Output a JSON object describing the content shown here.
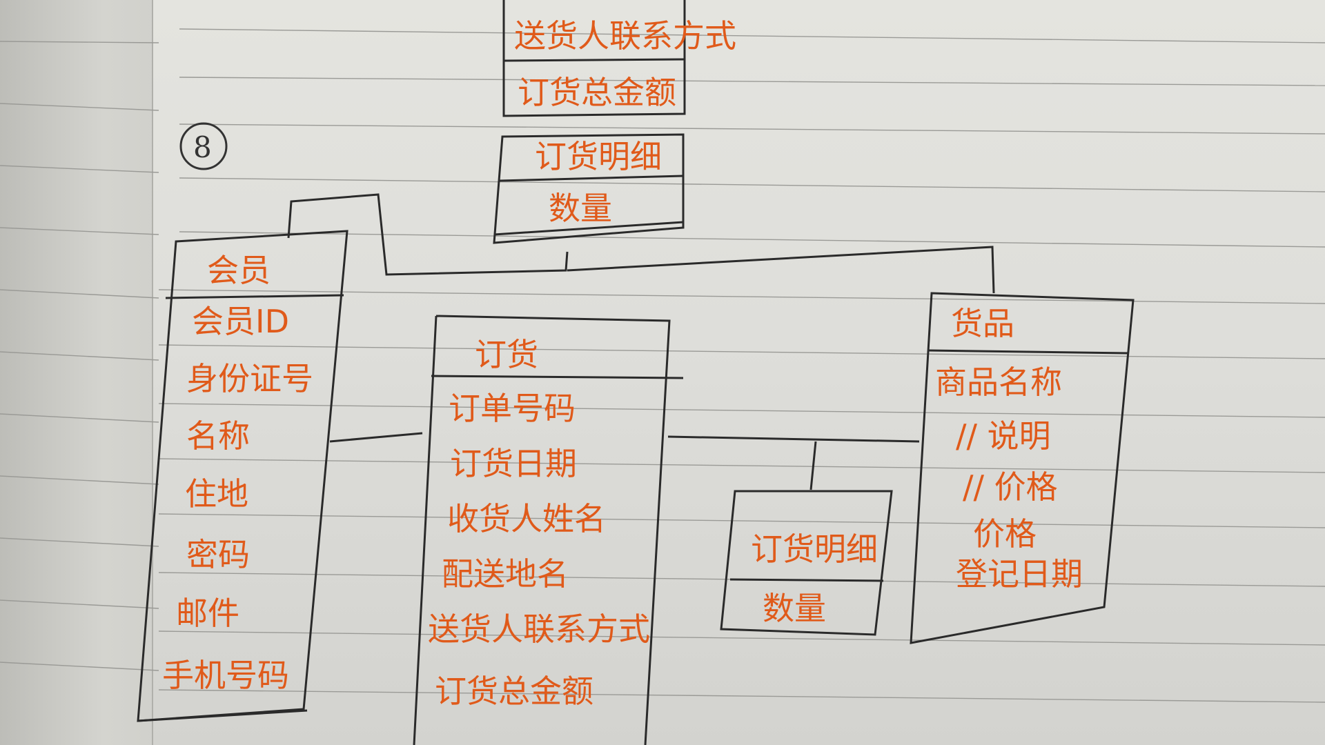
{
  "section_number": "8",
  "top_entity": {
    "attributes": [
      "送货人联系方式",
      "订货总金额"
    ]
  },
  "top_detail": {
    "name": "订货明细",
    "attributes": [
      "数量"
    ]
  },
  "member": {
    "name": "会员",
    "attributes": [
      "会员ID",
      "身份证号",
      "名称",
      "住地",
      "密码",
      "邮件",
      "手机号码"
    ]
  },
  "order": {
    "name": "订货",
    "attributes": [
      "订单号码",
      "订货日期",
      "收货人姓名",
      "配送地名",
      "送货人联系方式",
      "订货总金额"
    ]
  },
  "order_detail": {
    "name": "订货明细",
    "attributes": [
      "数量"
    ]
  },
  "goods": {
    "name": "货品",
    "attributes": [
      "商品名称",
      "// 说明",
      "// 价格",
      "价格",
      "登记日期"
    ]
  },
  "colors": {
    "ink": "#e05a1a",
    "pencil": "#2a2a2a",
    "paper": "#e1e1dc"
  }
}
